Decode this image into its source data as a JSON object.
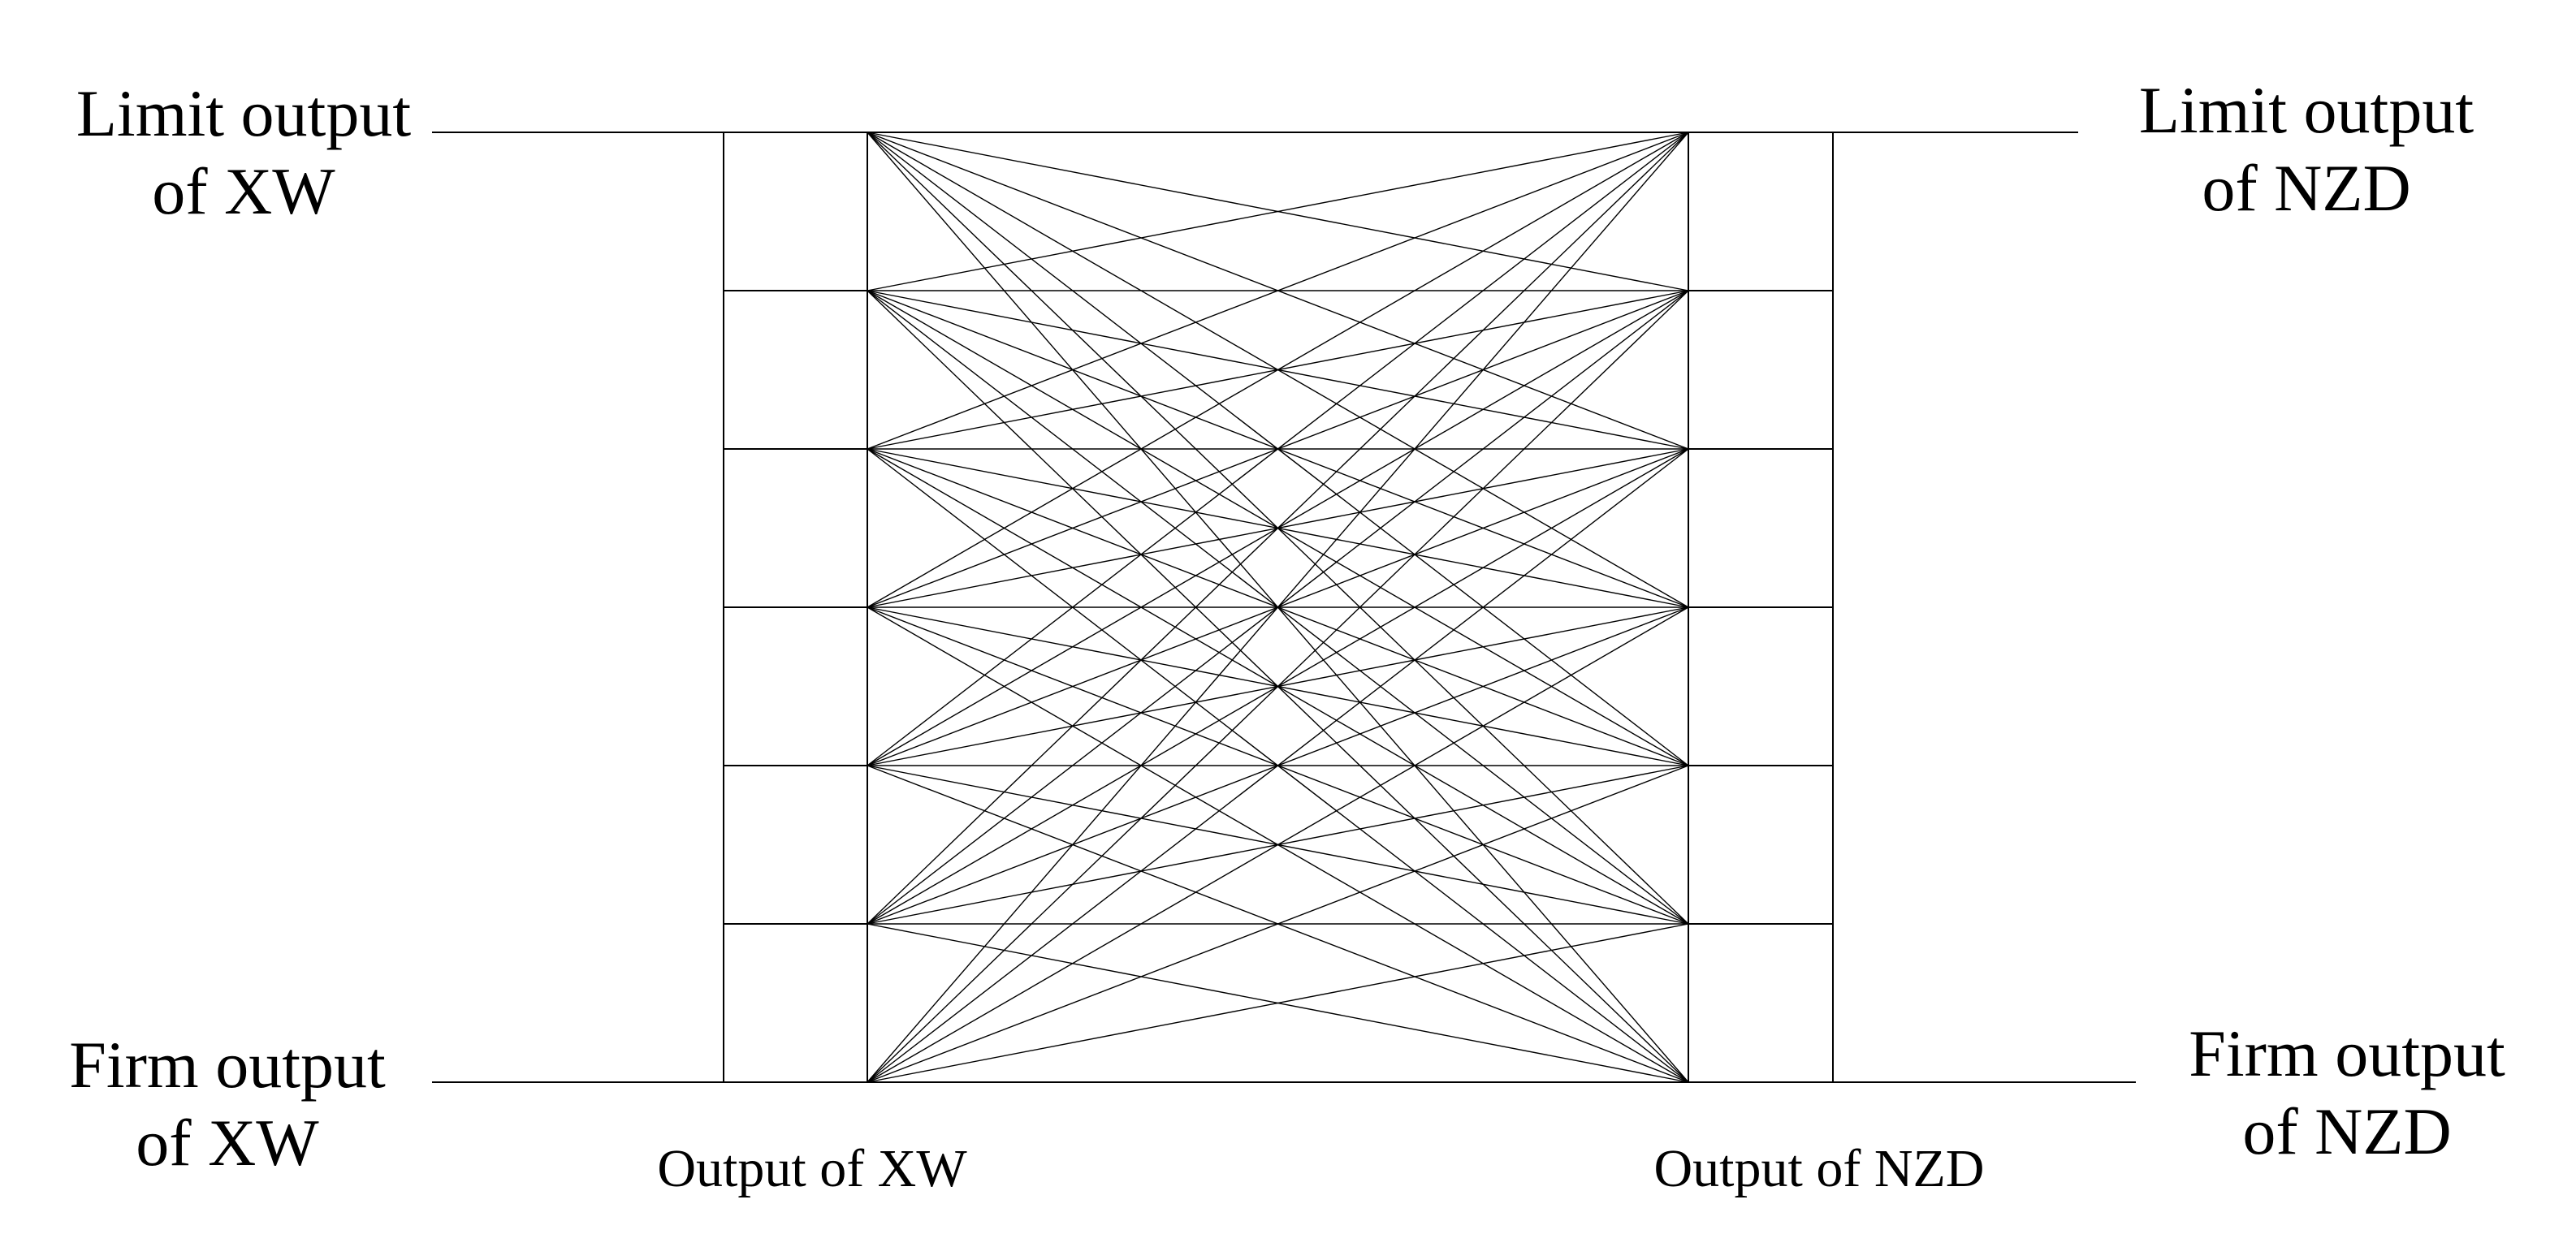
{
  "labels": {
    "limit_xw": [
      "Limit output",
      "of XW"
    ],
    "firm_xw": [
      "Firm output",
      "of XW"
    ],
    "limit_nzd": [
      "Limit output",
      "of NZD"
    ],
    "firm_nzd": [
      "Firm output",
      "of NZD"
    ],
    "axis_xw": "Output of XW",
    "axis_nzd": "Output of NZD"
  },
  "diagram": {
    "levels_per_side": 7,
    "connection": "every level of XW connects to every level of NZD",
    "line_color": "#000000"
  }
}
